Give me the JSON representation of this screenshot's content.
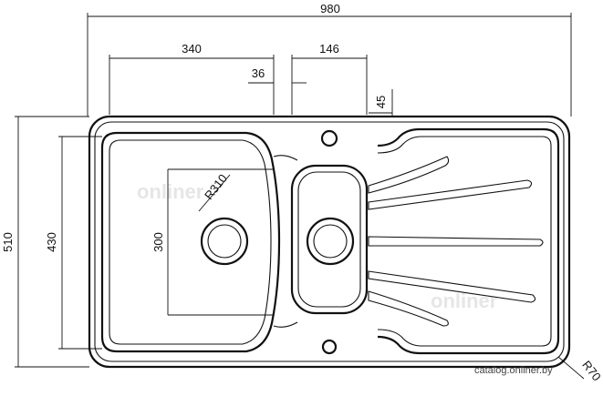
{
  "diagram": {
    "dimensions": {
      "overall_width": "980",
      "main_bowl_width": "340",
      "small_bowl_width": "146",
      "gap": "36",
      "tap_offset": "45",
      "overall_height": "510",
      "bowl_height": "430",
      "bowl_depth_note": "300",
      "bowl_radius": "R310",
      "corner_radius": "R70"
    },
    "watermark": {
      "credit": "catalog.onliner.by",
      "ghost_logo": "onliner"
    }
  }
}
